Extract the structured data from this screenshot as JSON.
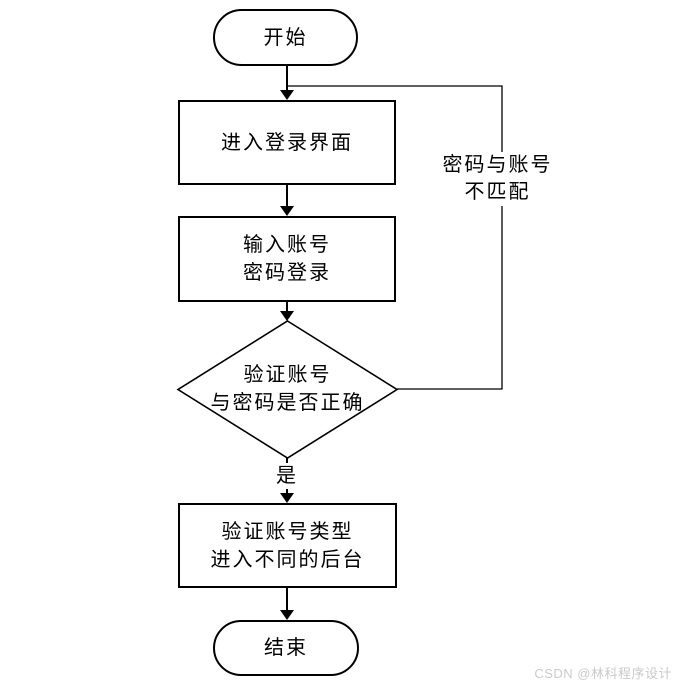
{
  "diagram": {
    "type": "flowchart",
    "nodes": {
      "start": {
        "shape": "terminator",
        "label": "开始"
      },
      "enter_login": {
        "shape": "process",
        "label": "进入登录界面"
      },
      "input_login": {
        "shape": "process",
        "line1": "输入账号",
        "line2": "密码登录"
      },
      "decision": {
        "shape": "decision",
        "line1": "验证账号",
        "line2": "与密码是否正确"
      },
      "verify_type": {
        "shape": "process",
        "line1": "验证账号类型",
        "line2": "进入不同的后台"
      },
      "end": {
        "shape": "terminator",
        "label": "结束"
      }
    },
    "edge_labels": {
      "yes": "是",
      "mismatch_line1": "密码与账号",
      "mismatch_line2": "不匹配"
    },
    "colors": {
      "stroke": "#000000",
      "background": "#ffffff",
      "watermark_text": "#cacaca"
    }
  },
  "watermark": {
    "text": "CSDN @林科程序设计"
  }
}
